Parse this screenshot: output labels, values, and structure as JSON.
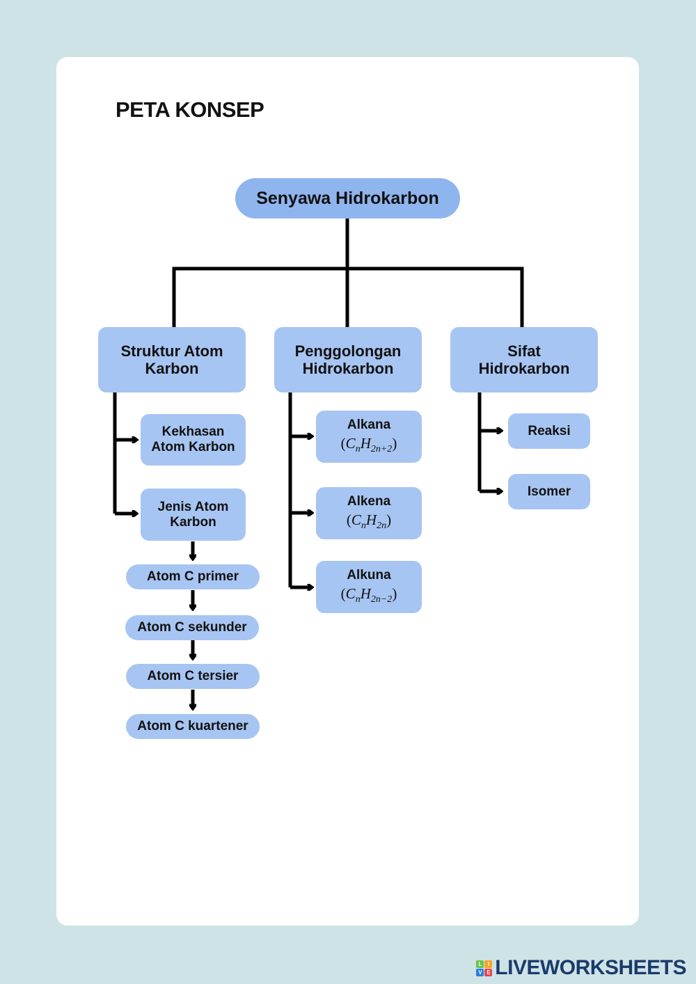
{
  "page": {
    "title": "PETA KONSEP"
  },
  "diagram": {
    "root": {
      "label": "Senyawa Hidrokarbon"
    },
    "branches": [
      {
        "label_line1": "Struktur Atom",
        "label_line2": "Karbon",
        "children": [
          {
            "line1": "Kekhasan",
            "line2": "Atom Karbon"
          },
          {
            "line1": "Jenis Atom",
            "line2": "Karbon"
          }
        ],
        "chain": [
          "Atom C primer",
          "Atom C sekunder",
          "Atom C tersier",
          "Atom C kuartener"
        ]
      },
      {
        "label_line1": "Penggolongan",
        "label_line2": "Hidrokarbon",
        "children": [
          {
            "name": "Alkana",
            "formula_sub_n": "n",
            "formula_sub_h": "2n+2"
          },
          {
            "name": "Alkena",
            "formula_sub_n": "n",
            "formula_sub_h": "2n"
          },
          {
            "name": "Alkuna",
            "formula_sub_n": "n",
            "formula_sub_h": "2n−2"
          }
        ]
      },
      {
        "label_line1": "Sifat",
        "label_line2": "Hidrokarbon",
        "children": [
          {
            "label": "Reaksi"
          },
          {
            "label": "Isomer"
          }
        ]
      }
    ],
    "formula_symbols": {
      "open": "(",
      "c": "C",
      "h": "H",
      "close": ")"
    }
  },
  "footer": {
    "logo_text": "LIVEWORKSHEETS",
    "logo_letters": [
      "L",
      "I",
      "V",
      "E"
    ]
  },
  "colors": {
    "background": "#cde3e6",
    "card": "#ffffff",
    "root_node": "#8fb5ef",
    "node": "#a7c5f2",
    "connector": "#000000",
    "logo": "#1b3a6b"
  }
}
